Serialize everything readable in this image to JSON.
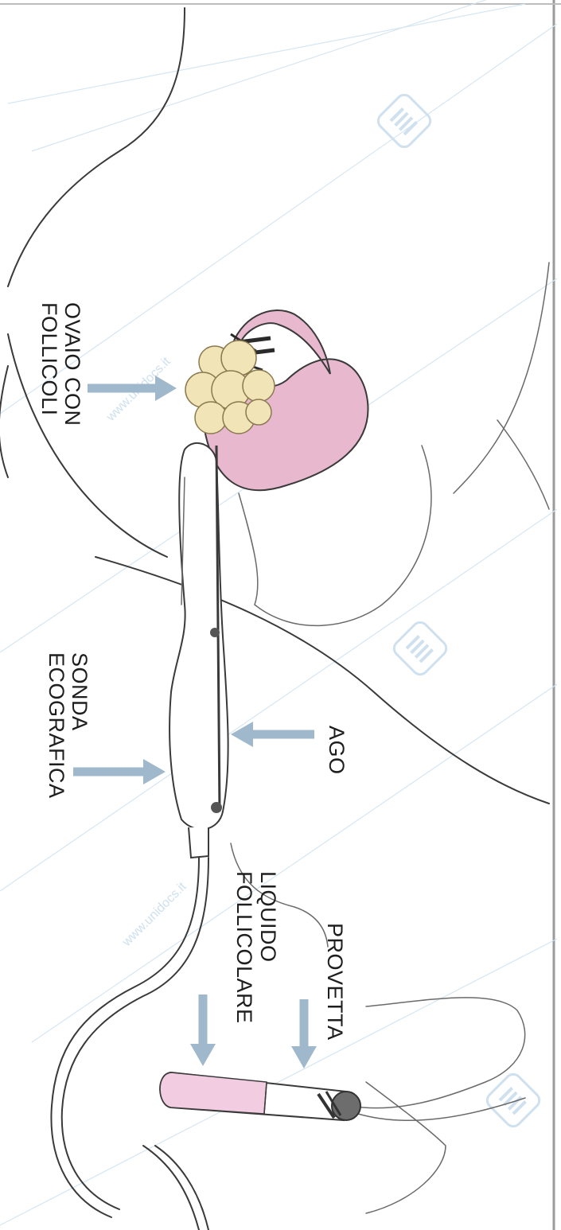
{
  "labels": {
    "ovary": [
      "OVAIO CON",
      "FOLLICOLI"
    ],
    "probe": [
      "SONDA",
      "ECOGRAFICA"
    ],
    "needle": "AGO",
    "fluid": [
      "LIQUIDO",
      "FOLLICOLARE"
    ],
    "tube": "PROVETTA"
  },
  "watermark": {
    "text": "www.unidocs.it"
  },
  "colors": {
    "arrow": "#9fb8cc",
    "uterus": "#e8b8cf",
    "follicle": "#f1e4b6",
    "tube_fluid": "#f2cce0",
    "outline": "#3a3a3a"
  }
}
